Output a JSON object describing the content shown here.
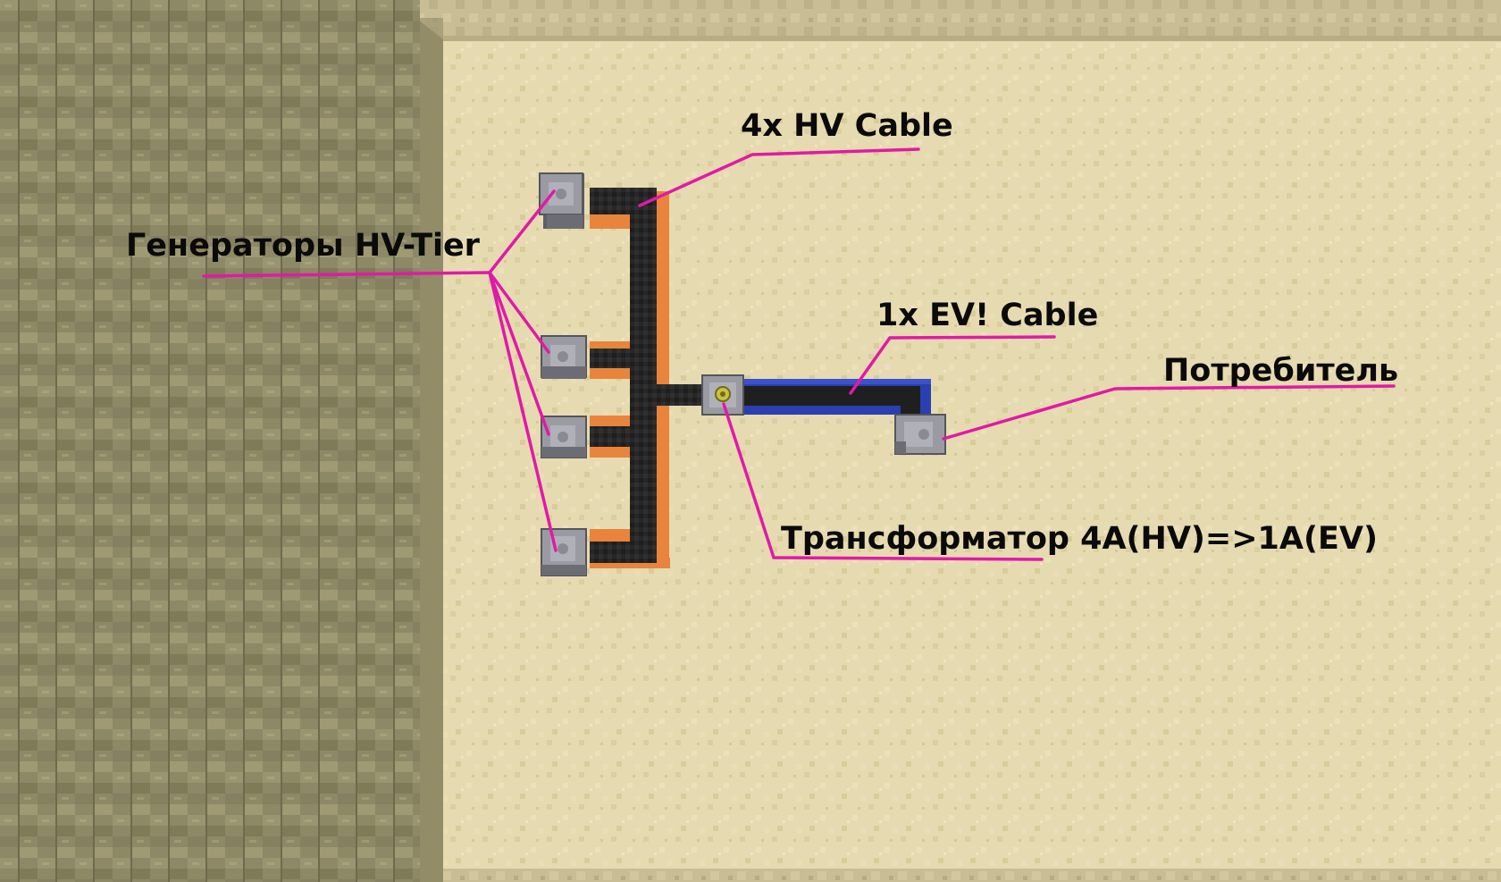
{
  "annotations": {
    "hv_cable": "4x HV Cable",
    "generators": "Генераторы HV-Tier",
    "ev_cable": "1x EV! Cable",
    "consumer": "Потребитель",
    "transformer": "Трансформатор 4A(HV)=>1A(EV)"
  },
  "colors": {
    "floor": "#e5d9ae",
    "wall": "#8a8562",
    "leader_line": "#e01aa8",
    "hv_cable_jacket": "#e8843c",
    "hv_cable_core": "#262626",
    "ev_cable_jacket": "#2a3fb0",
    "ev_cable_core": "#1c1c1c",
    "machine_block": "#8c8c94"
  },
  "scene": {
    "generator_count": 4,
    "hv_cable_count": 4,
    "ev_cable_count": 1,
    "transformer_count": 1,
    "consumer_count": 1
  }
}
